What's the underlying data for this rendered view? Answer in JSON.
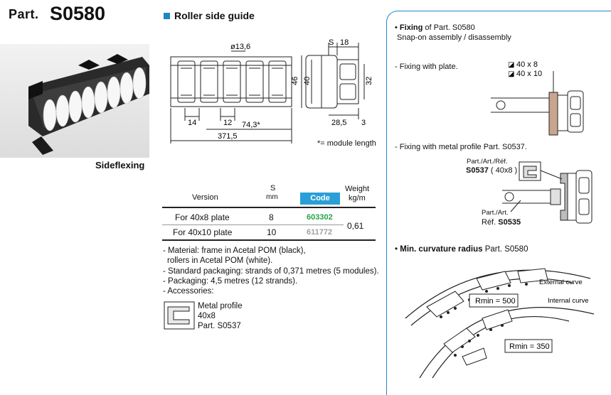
{
  "header": {
    "part_label": "Part.",
    "part_code": "S0580"
  },
  "section": {
    "title": "Roller side guide"
  },
  "product": {
    "caption": "Sideflexing"
  },
  "drawing": {
    "diameter": "ø13,6",
    "dim_14": "14",
    "dim_12": "12",
    "dim_74": "74,3*",
    "dim_371": "371,5",
    "dim_s": "S",
    "dim_18": "18",
    "dim_46": "46",
    "dim_40": "40",
    "dim_32": "32",
    "dim_28": "28,5",
    "dim_3": "3",
    "module_note": "*= module length"
  },
  "table": {
    "col_version": "Version",
    "col_s": "S",
    "col_s_unit": "mm",
    "col_code": "Code",
    "col_weight": "Weight",
    "col_weight_unit": "kg/m",
    "rows": [
      {
        "version": "For 40x8 plate",
        "s": "8",
        "code": "603302"
      },
      {
        "version": "For 40x10 plate",
        "s": "10",
        "code": "611772"
      }
    ],
    "weight": "0,61"
  },
  "notes": {
    "material_1": "- Material: frame in Acetal POM (black),",
    "material_2": "rollers in Acetal POM (white).",
    "packaging_std": "- Standard packaging: strands of 0,371 metres (5 modules).",
    "packaging": "- Packaging: 4,5 metres (12 strands).",
    "accessories": "- Accessories:"
  },
  "accessory": {
    "line1": "Metal profile",
    "line2": "40x8",
    "line3": "Part. S0537"
  },
  "right": {
    "fixing_bold": "Fixing",
    "fixing_rest": " of Part. S0580",
    "fixing_sub": "Snap-on assembly / disassembly",
    "with_plate": "- Fixing with plate.",
    "plate_dim1": "40 x 8",
    "plate_dim2": "40 x 10",
    "with_profile": "- Fixing with metal profile Part. S0537.",
    "ref1_label": "Part./Art./Réf.",
    "ref1_code": "S0537",
    "ref1_size": "( 40x8 )",
    "ref2_label": "Part./Art.",
    "ref2_prefix": "Réf.",
    "ref2_code": "S0535",
    "curv_bold": "Min. curvature radius",
    "curv_rest": " Part. S0580",
    "external": "External curve",
    "internal": "Internal curve",
    "rmin500": "Rmin = 500",
    "rmin350": "Rmin = 350"
  }
}
